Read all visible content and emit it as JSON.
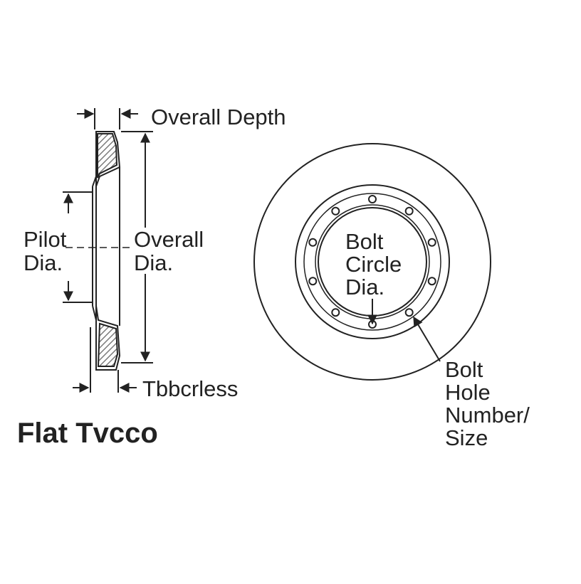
{
  "diagram": {
    "side_view": {
      "overall_depth_label": "Overall Depth",
      "pilot_dia_label": [
        "Pilot",
        "Dia."
      ],
      "overall_dia_label": [
        "Overall",
        "Dia."
      ],
      "thickness_label": "Tbbcrless",
      "title": "Flat Tvcco"
    },
    "front_view": {
      "bolt_circle_label": [
        "Bolt",
        "Circle",
        "Dia."
      ],
      "bolt_hole_label": [
        "Bolt",
        "Hole",
        "Number/",
        "Size"
      ],
      "bolt_hole_count": 10
    },
    "colors": {
      "ink": "#222222",
      "hatch": "#7a7a7a",
      "background": "#ffffff"
    }
  }
}
